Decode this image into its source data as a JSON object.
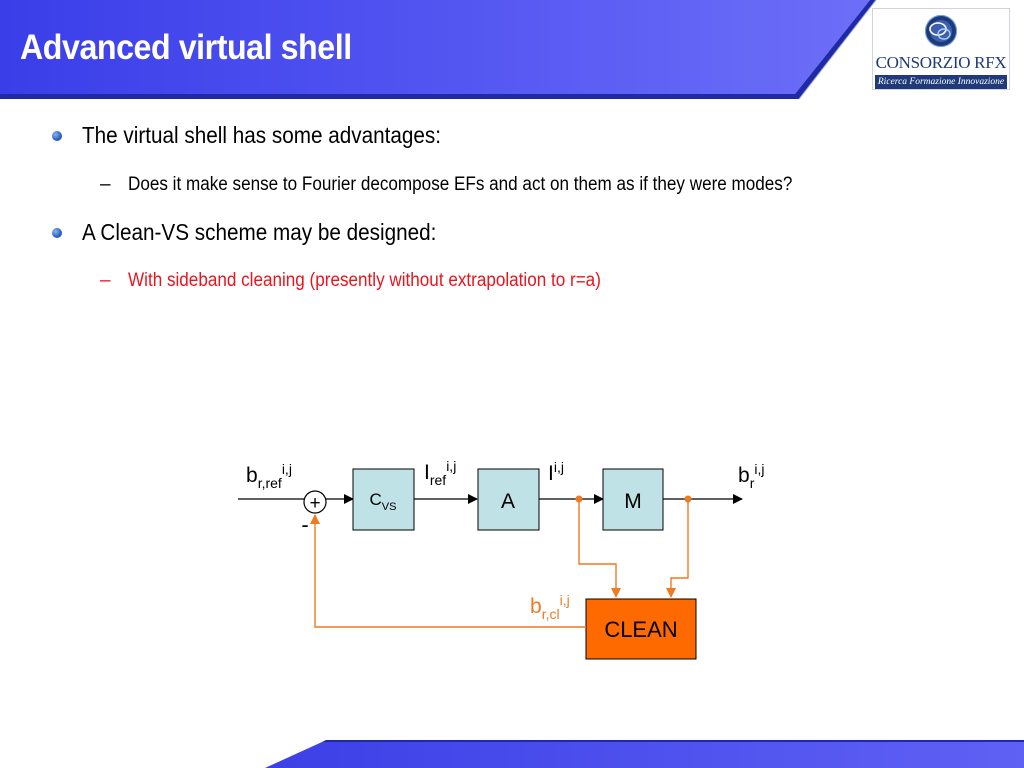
{
  "slide": {
    "title": "Advanced virtual shell"
  },
  "logo": {
    "name": "CONSORZIO RFX",
    "tagline": "Ricerca Formazione Innovazione"
  },
  "bullets": [
    {
      "level": 1,
      "text": "The virtual shell has some advantages:",
      "subitems": [
        {
          "text": "Does it make sense to Fourier decompose EFs and act on them as if they were modes?",
          "color": "#000000"
        }
      ]
    },
    {
      "level": 1,
      "text": "A Clean-VS scheme may be designed:",
      "subitems": [
        {
          "text": "With sideband cleaning (presently without extrapolation to r=a)",
          "color": "#e8141e"
        }
      ]
    }
  ],
  "colors": {
    "header_blue": "#5b5cf0",
    "header_dark": "#1e2aa8",
    "box_fill": "#bfe2e6",
    "clean_fill": "#ff6a00",
    "feedback_orange": "#ee7a22",
    "red_text": "#e8141e"
  },
  "diagram": {
    "summing_junction": {
      "plus": "+",
      "minus": "-"
    },
    "blocks": {
      "cvs": {
        "main": "C",
        "sub": "VS"
      },
      "a": "A",
      "m": "M",
      "clean": "CLEAN"
    },
    "signals": {
      "b_ref": {
        "main": "b",
        "sub": "r,ref",
        "sup": "i,j"
      },
      "i_ref": {
        "main": "I",
        "sub": "ref",
        "sup": "i,j"
      },
      "i_out": {
        "main": "I",
        "sup": "i,j"
      },
      "b_out": {
        "main": "b",
        "sub": "r",
        "sup": "i,j"
      },
      "b_clean": {
        "main": "b",
        "sub": "r,cl",
        "sup": "i,j"
      }
    }
  }
}
